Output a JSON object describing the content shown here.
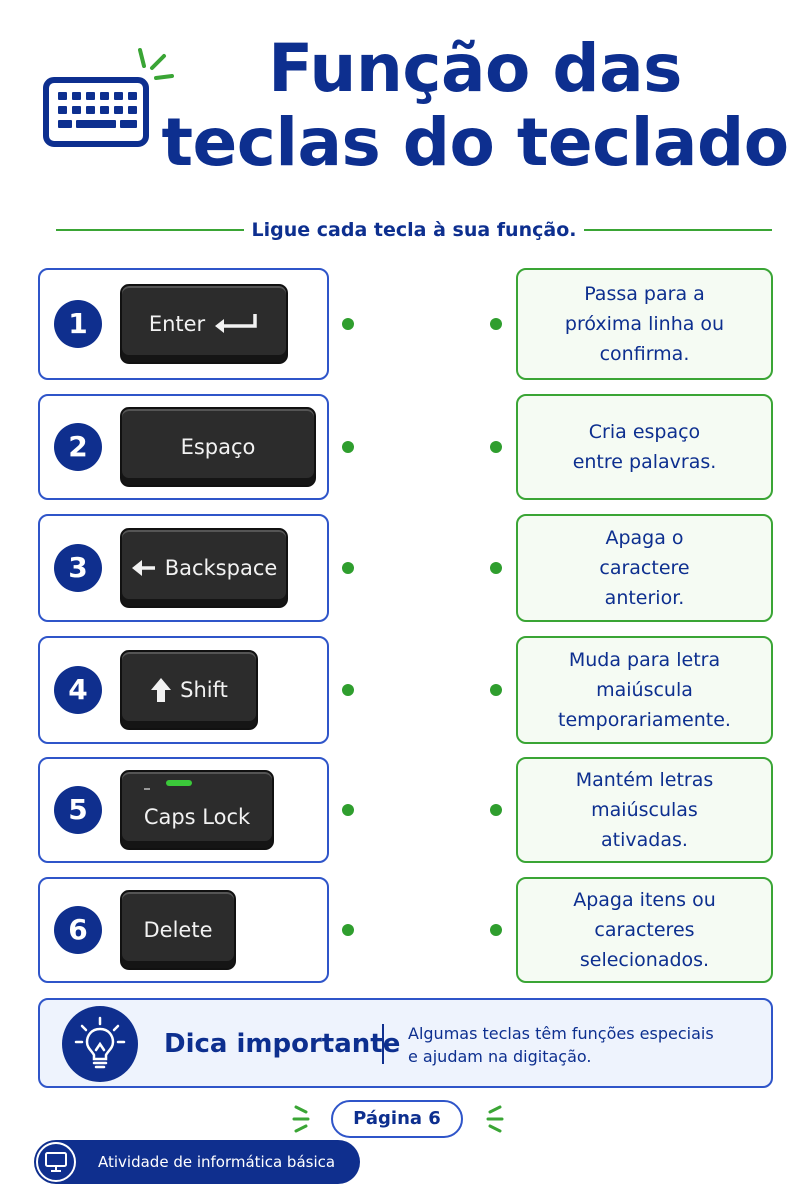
{
  "header": {
    "title_line1": "Função das",
    "title_line2": "teclas do teclado",
    "icon": "keyboard-icon"
  },
  "instructions": "Ligue cada tecla à sua função.",
  "items": [
    {
      "number": "1",
      "key_label": "Enter",
      "key_icon": "enter-arrow-icon",
      "function": "Passa para a\npróxima linha ou\nconfirma."
    },
    {
      "number": "2",
      "key_label": "Espaço",
      "key_icon": "",
      "function": "Cria espaço\nentre palavras."
    },
    {
      "number": "3",
      "key_label": "Backspace",
      "key_icon": "left-arrow-icon",
      "function": "Apaga o\ncaractere\nanterior."
    },
    {
      "number": "4",
      "key_label": "Shift",
      "key_icon": "up-arrow-icon",
      "function": "Muda para letra\nmaiúscula\ntemporariamente."
    },
    {
      "number": "5",
      "key_label": "Caps Lock",
      "key_icon": "caps-led-icon",
      "function": "Mantém letras\nmaiúsculas\nativadas."
    },
    {
      "number": "6",
      "key_label": "Delete",
      "key_icon": "",
      "function": "Apaga itens ou\ncaracteres\nselecionados."
    }
  ],
  "tip": {
    "icon": "lightbulb-icon",
    "title": "Dica importante",
    "text": "Algumas teclas têm funções especiais\ne ajudam na digitação."
  },
  "page_label": "Página 6",
  "footer": {
    "icon": "monitor-icon",
    "text": "Atividade de informática básica"
  },
  "colors": {
    "primary": "#0d2f8f",
    "accent_green": "#3aa535",
    "key_dark": "#2c2c2c"
  }
}
